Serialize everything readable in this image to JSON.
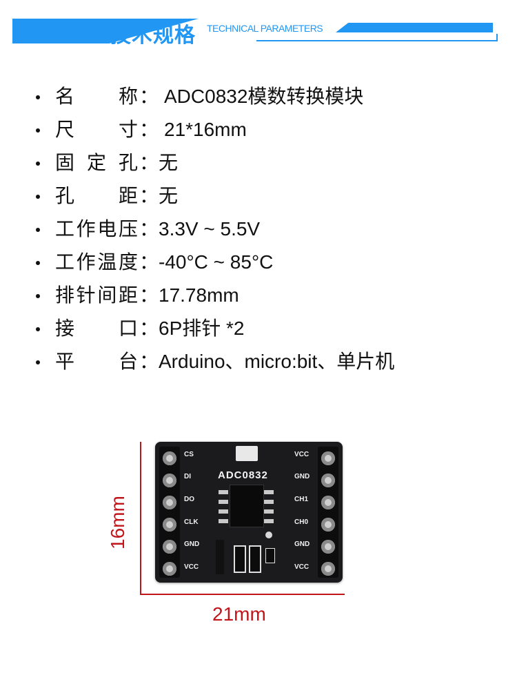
{
  "header": {
    "title": "技术规格",
    "subtitle": "TECHNICAL PARAMETERS",
    "accent_color": "#2196f3"
  },
  "specs": [
    {
      "label_chars": [
        "名",
        "称"
      ],
      "value": "ADC0832模数转换模块"
    },
    {
      "label_chars": [
        "尺",
        "寸"
      ],
      "value": "21*16mm"
    },
    {
      "label_chars": [
        "固",
        "定",
        "孔"
      ],
      "value": "无"
    },
    {
      "label_chars": [
        "孔",
        "距"
      ],
      "value": "无"
    },
    {
      "label_chars": [
        "工",
        "作",
        "电",
        "压"
      ],
      "value": "3.3V ~ 5.5V"
    },
    {
      "label_chars": [
        "工",
        "作",
        "温",
        "度"
      ],
      "value": "-40°C ~ 85°C"
    },
    {
      "label_chars": [
        "排",
        "针",
        "间",
        "距"
      ],
      "value": "17.78mm"
    },
    {
      "label_chars": [
        "接",
        "口"
      ],
      "value": "6P排针 *2"
    },
    {
      "label_chars": [
        "平",
        "台"
      ],
      "value": "Arduino、micro:bit、单片机"
    }
  ],
  "colon": "：",
  "board": {
    "chip_name": "ADC0832",
    "left_pins": [
      "CS",
      "DI",
      "DO",
      "CLK",
      "GND",
      "VCC"
    ],
    "right_pins": [
      "VCC",
      "GND",
      "CH1",
      "CH0",
      "GND",
      "VCC"
    ],
    "width_label": "21mm",
    "height_label": "16mm",
    "dimension_color": "#c0151b"
  }
}
